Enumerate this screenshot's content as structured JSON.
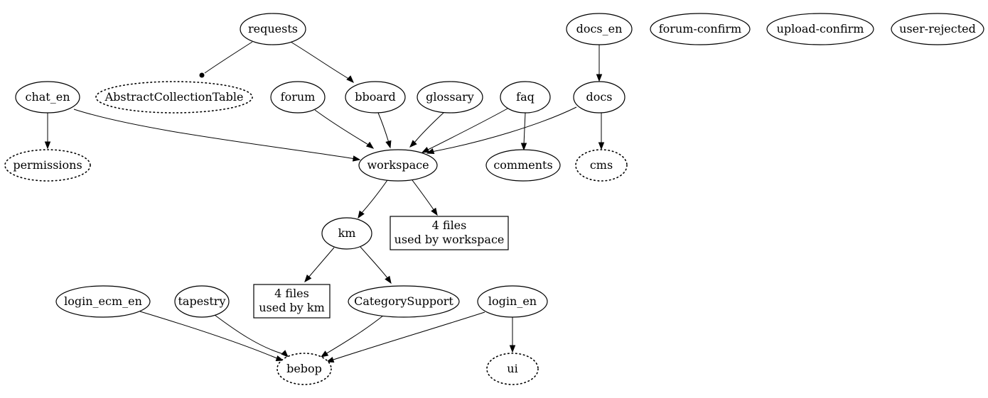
{
  "nodes": {
    "requests": {
      "label": "requests",
      "style": "solid"
    },
    "docs_en": {
      "label": "docs_en",
      "style": "solid"
    },
    "forum_confirm": {
      "label": "forum-confirm",
      "style": "solid"
    },
    "upload_confirm": {
      "label": "upload-confirm",
      "style": "solid"
    },
    "user_rejected": {
      "label": "user-rejected",
      "style": "solid"
    },
    "chat_en": {
      "label": "chat_en",
      "style": "solid"
    },
    "abstract_collection_table": {
      "label": "AbstractCollectionTable",
      "style": "dotted"
    },
    "forum": {
      "label": "forum",
      "style": "solid"
    },
    "bboard": {
      "label": "bboard",
      "style": "solid"
    },
    "glossary": {
      "label": "glossary",
      "style": "solid"
    },
    "faq": {
      "label": "faq",
      "style": "solid"
    },
    "docs": {
      "label": "docs",
      "style": "solid"
    },
    "permissions": {
      "label": "permissions",
      "style": "dotted"
    },
    "workspace": {
      "label": "workspace",
      "style": "solid"
    },
    "comments": {
      "label": "comments",
      "style": "solid"
    },
    "cms": {
      "label": "cms",
      "style": "dotted"
    },
    "km": {
      "label": "km",
      "style": "solid"
    },
    "files_workspace": {
      "lines": [
        "4 files",
        "used by workspace"
      ],
      "shape": "box"
    },
    "files_km": {
      "lines": [
        "4 files",
        "used by km"
      ],
      "shape": "box"
    },
    "login_ecm_en": {
      "label": "login_ecm_en",
      "style": "solid"
    },
    "tapestry": {
      "label": "tapestry",
      "style": "solid"
    },
    "category_support": {
      "label": "CategorySupport",
      "style": "solid"
    },
    "login_en": {
      "label": "login_en",
      "style": "solid"
    },
    "bebop": {
      "label": "bebop",
      "style": "dotted"
    },
    "ui": {
      "label": "ui",
      "style": "dotted"
    }
  },
  "edges": [
    {
      "from": "requests",
      "to": "abstract_collection_table",
      "head": "dot"
    },
    {
      "from": "requests",
      "to": "bboard",
      "head": "arrow"
    },
    {
      "from": "docs_en",
      "to": "docs",
      "head": "arrow"
    },
    {
      "from": "chat_en",
      "to": "permissions",
      "head": "arrow"
    },
    {
      "from": "chat_en",
      "to": "workspace",
      "head": "arrow"
    },
    {
      "from": "forum",
      "to": "workspace",
      "head": "arrow"
    },
    {
      "from": "bboard",
      "to": "workspace",
      "head": "arrow"
    },
    {
      "from": "glossary",
      "to": "workspace",
      "head": "arrow"
    },
    {
      "from": "faq",
      "to": "workspace",
      "head": "arrow"
    },
    {
      "from": "faq",
      "to": "comments",
      "head": "arrow"
    },
    {
      "from": "docs",
      "to": "workspace",
      "head": "arrow"
    },
    {
      "from": "docs",
      "to": "cms",
      "head": "arrow"
    },
    {
      "from": "workspace",
      "to": "km",
      "head": "arrow"
    },
    {
      "from": "workspace",
      "to": "files_workspace",
      "head": "arrow"
    },
    {
      "from": "km",
      "to": "files_km",
      "head": "arrow"
    },
    {
      "from": "km",
      "to": "category_support",
      "head": "arrow"
    },
    {
      "from": "login_ecm_en",
      "to": "bebop",
      "head": "arrow"
    },
    {
      "from": "tapestry",
      "to": "bebop",
      "head": "arrow"
    },
    {
      "from": "category_support",
      "to": "bebop",
      "head": "arrow"
    },
    {
      "from": "login_en",
      "to": "bebop",
      "head": "arrow"
    },
    {
      "from": "login_en",
      "to": "ui",
      "head": "arrow"
    }
  ]
}
